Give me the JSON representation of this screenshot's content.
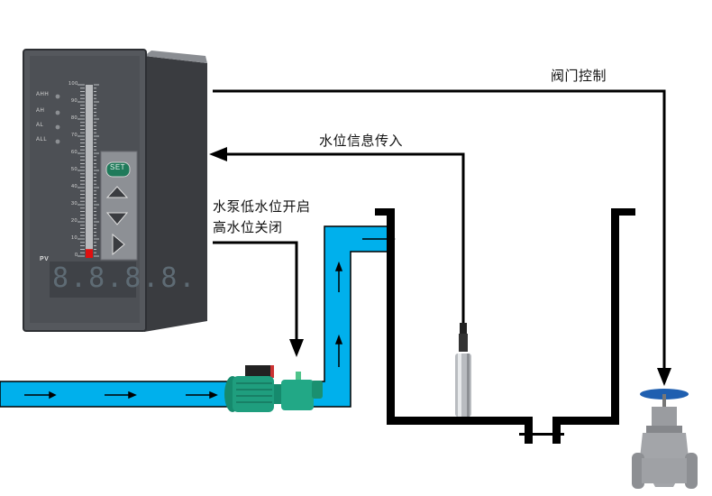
{
  "labels": {
    "valve_control": "阀门控制",
    "level_input": "水位信息传入",
    "pump_rule_line1": "水泵低水位开启",
    "pump_rule_line2": "高水位关闭"
  },
  "controller": {
    "alarms": [
      "AHH",
      "AH",
      "AL",
      "ALL"
    ],
    "scale_ticks": [
      "100",
      "90",
      "80",
      "70",
      "60",
      "50",
      "40",
      "30",
      "20",
      "10",
      "0"
    ],
    "bar_level_percent": 2,
    "pv_label": "PV",
    "display_value": "8.8.8.8.",
    "set_button_label": "SET",
    "colors": {
      "body": "#4a4d52",
      "panel": "#3f4247",
      "bar_fill": "#e01010",
      "set_button": "#1f7a5a"
    }
  },
  "colors": {
    "water": "#00b0ec",
    "line": "#000000",
    "pump": "#1f9e7e",
    "valve_wheel": "#1f5fb0"
  }
}
